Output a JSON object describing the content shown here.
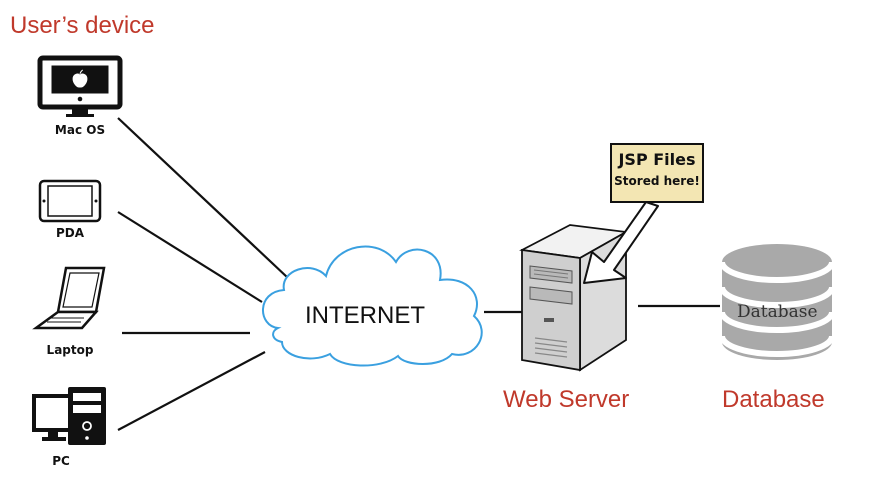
{
  "title": "User’s device",
  "devices": [
    {
      "label": "Mac OS",
      "icon": "imac-icon"
    },
    {
      "label": "PDA",
      "icon": "tablet-icon"
    },
    {
      "label": "Laptop",
      "icon": "laptop-icon"
    },
    {
      "label": "PC",
      "icon": "desktop-pc-icon"
    }
  ],
  "internet": {
    "label": "INTERNET",
    "icon": "cloud-icon"
  },
  "server": {
    "label": "Web Server",
    "icon": "server-tower-icon"
  },
  "callout": {
    "line1": "JSP Files",
    "line2": "Stored here!"
  },
  "database": {
    "label": "Database",
    "inner_label": "Database",
    "icon": "database-cylinder-icon"
  },
  "colors": {
    "label_red": "#c0392b",
    "cloud_stroke": "#3aa0e0",
    "note_fill": "#f3e6b3",
    "server_gray": "#cfcfcf",
    "db_gray": "#a9a9a9"
  }
}
